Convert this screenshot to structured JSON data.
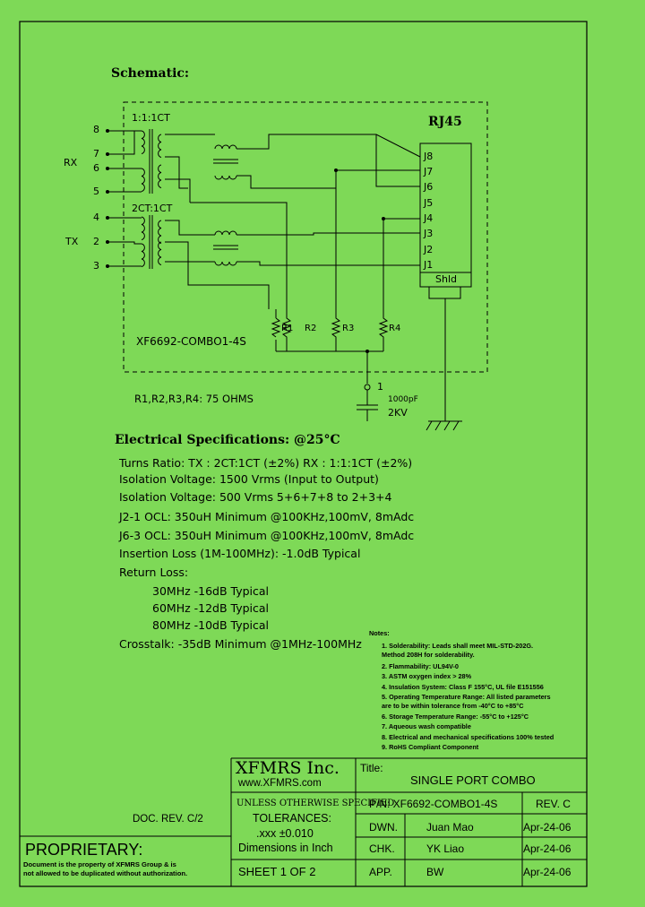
{
  "schematic": {
    "heading": "Schematic:",
    "connector_title": "RJ45",
    "rx_ratio": "1:1:1CT",
    "tx_ratio": "2CT:1CT",
    "rx_label": "RX",
    "tx_label": "TX",
    "pins_left": [
      "8",
      "7",
      "6",
      "5",
      "4",
      "2",
      "3"
    ],
    "pins_right": [
      "J8",
      "J7",
      "J6",
      "J5",
      "J4",
      "J3",
      "J2",
      "J1"
    ],
    "shield_label": "Shld",
    "resistors": [
      "R1",
      "R2",
      "R3",
      "R4"
    ],
    "part_label": "XF6692-COMBO1-4S",
    "cap_pin": "1",
    "cap_value": "1000pF",
    "cap_voltage": "2KV",
    "resistor_note": "R1,R2,R3,R4: 75 OHMS"
  },
  "electrical": {
    "heading": "Electrical   Specifications: @25°C",
    "lines": [
      "Turns Ratio: TX : 2CT:1CT (±2%)       RX : 1:1:1CT (±2%)",
      "Isolation Voltage: 1500 Vrms (Input to Output)",
      "Isolation Voltage: 500 Vrms 5+6+7+8 to 2+3+4",
      "J2-1 OCL: 350uH Minimum @100KHz,100mV, 8mAdc",
      "J6-3 OCL: 350uH Minimum @100KHz,100mV, 8mAdc",
      "Insertion Loss (1M-100MHz): -1.0dB Typical",
      "Return Loss:"
    ],
    "return_loss": [
      "30MHz   -16dB Typical",
      "60MHz   -12dB Typical",
      "80MHz   -10dB Typical"
    ],
    "crosstalk": "Crosstalk: -35dB Minimum @1MHz-100MHz"
  },
  "notes": {
    "heading": "Notes:",
    "items": [
      "1.  Solderability: Leads shall meet MIL-STD-202G.",
      "     Method 208H for solderability.",
      "2.  Flammability: UL94V-0",
      "3.  ASTM oxygen index > 28%",
      "4.  Insulation System: Class F 155°C, UL file E151556",
      "5.  Operating Temperature Range: All listed parameters",
      "     are to be within tolerance from -40°C to +85°C",
      "6.  Storage Temperature Range: -55°C to +125°C",
      "7.  Aqueous wash compatible",
      "8.  Electrical and mechanical specifications 100% tested",
      "9.  RoHS Compliant Component"
    ]
  },
  "title_block": {
    "company": "XFMRS Inc.",
    "website": "www.XFMRS.com",
    "title_label": "Title:",
    "title_value": "SINGLE PORT COMBO",
    "tol_line1": "UNLESS OTHERWISE SPECIFIED",
    "tol_line2": "TOLERANCES:",
    "tol_line3": ".xxx ±0.010",
    "tol_line4": "Dimensions in Inch",
    "sheet": "SHEET  1  OF  2",
    "pn": "P/N:  XF6692-COMBO1-4S",
    "rev": "REV. C",
    "dwn_label": "DWN.",
    "dwn_name": "Juan Mao",
    "dwn_date": "Apr-24-06",
    "chk_label": "CHK.",
    "chk_name": "YK Liao",
    "chk_date": "Apr-24-06",
    "app_label": "APP.",
    "app_name": "BW",
    "app_date": "Apr-24-06"
  },
  "doc_rev": "DOC. REV. C/2",
  "proprietary": {
    "heading": "PROPRIETARY:",
    "line1": "Document is the property of XFMRS Group & is",
    "line2": "not allowed to be duplicated without authorization."
  }
}
